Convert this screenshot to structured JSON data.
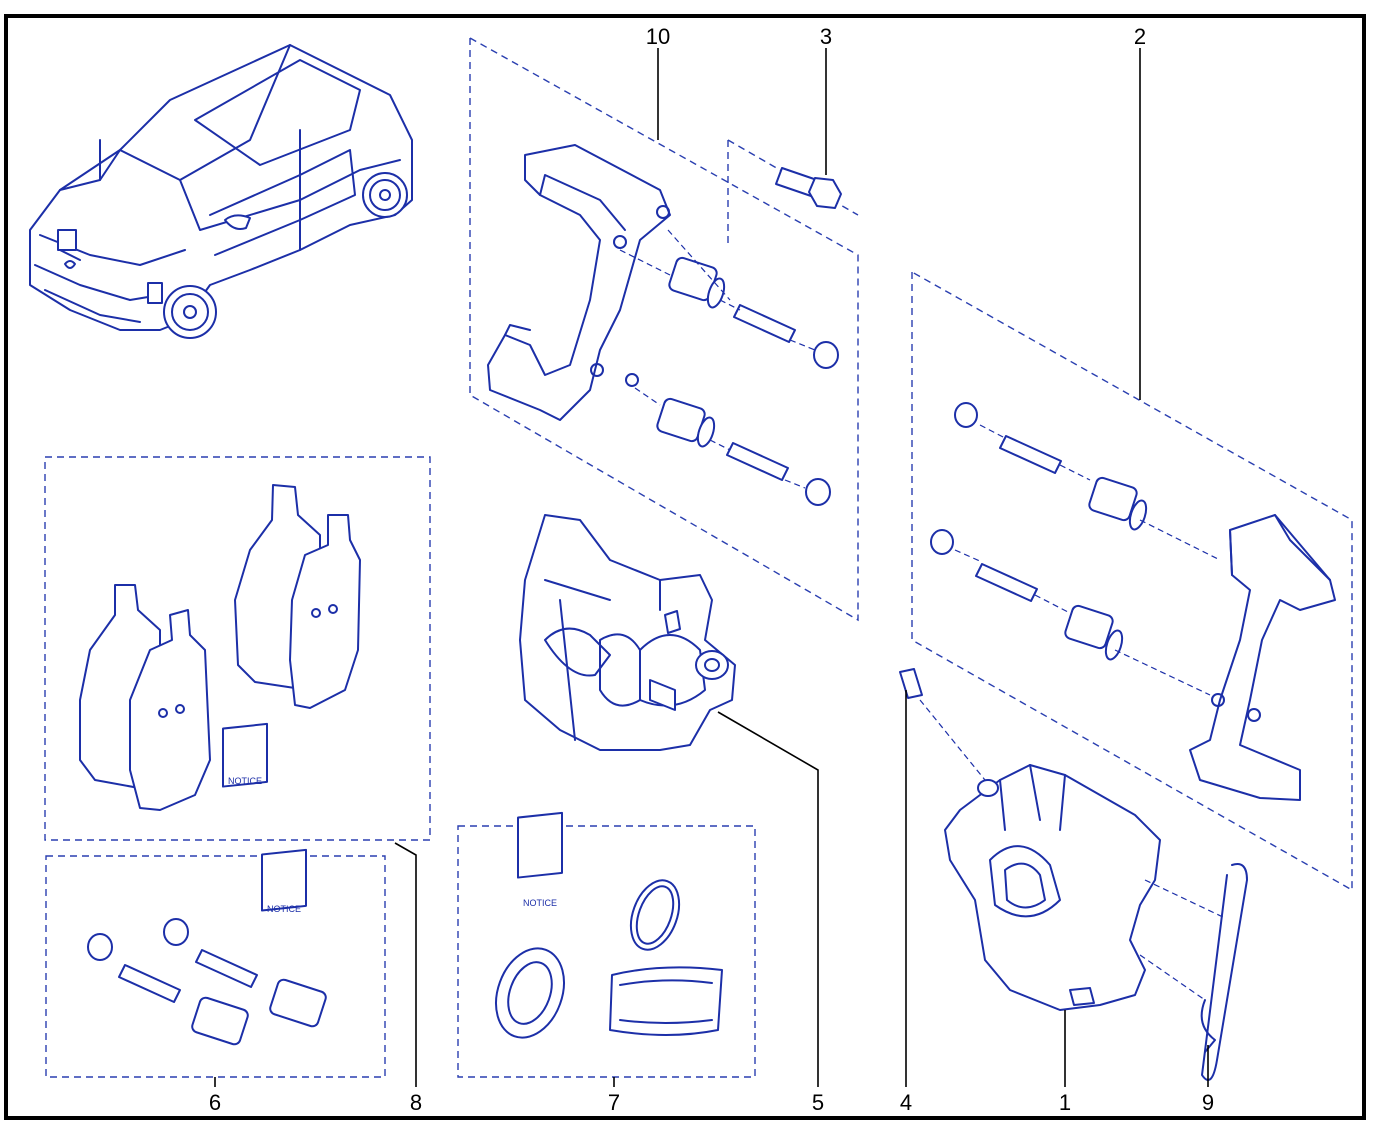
{
  "diagram": {
    "part_numbers": [
      "10",
      "3",
      "2",
      "8",
      "6",
      "7",
      "5",
      "4",
      "1",
      "9"
    ],
    "notice_label": "NOTICE",
    "line_color": "#1c2fa8",
    "frame_color": "#000000",
    "background": "#ffffff"
  }
}
